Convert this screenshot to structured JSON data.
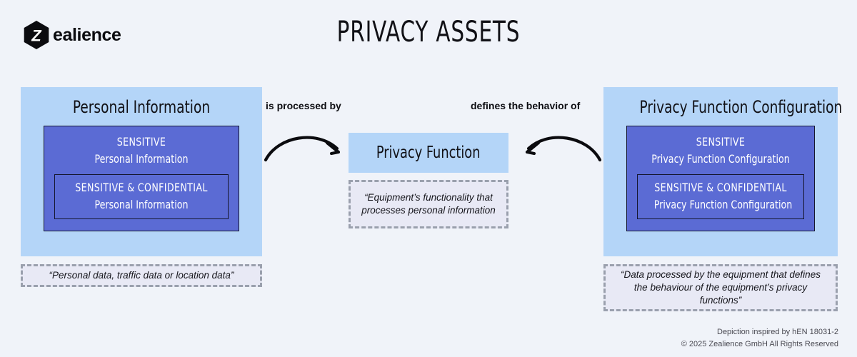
{
  "brand": {
    "mark_icon": "zealience-hexagon-logo-icon",
    "mark_letter": "Z",
    "word": "ealience"
  },
  "header": {
    "title": "PRIVACY ASSETS"
  },
  "colors": {
    "background": "#f0f3f9",
    "panel_light_blue": "#b4d5f8",
    "box_dark_blue": "#5b6bd4",
    "box_border": "#14162e",
    "definition_fill": "#e8e9f5",
    "definition_border": "#9aa0ad",
    "text_dark": "#111116",
    "text_light": "#ffffff"
  },
  "left_panel": {
    "title": "Personal Information",
    "sensitive_level": "SENSITIVE",
    "sensitive_subject": "Personal Information",
    "confidential_level": "SENSITIVE & CONFIDENTIAL",
    "confidential_subject": "Personal Information",
    "definition": "“Personal data, traffic data or location data”"
  },
  "center": {
    "label": "Privacy Function",
    "definition": "“Equipment’s functionality that processes personal information"
  },
  "right_panel": {
    "title": "Privacy Function Configuration",
    "sensitive_level": "SENSITIVE",
    "sensitive_subject": "Privacy Function Configuration",
    "confidential_level": "SENSITIVE & CONFIDENTIAL",
    "confidential_subject": "Privacy Function Configuration",
    "definition": "“Data processed by the equipment that defines the behaviour of the equipment’s privacy functions”"
  },
  "relations": {
    "left": {
      "label": "is processed by",
      "arrow_icon": "curved-arrow-right-icon"
    },
    "right": {
      "label": "defines the behavior of",
      "arrow_icon": "curved-arrow-left-icon"
    }
  },
  "footer": {
    "line1": "Depiction inspired by hEN 18031-2",
    "line2": "© 2025 Zealience GmbH All Rights Reserved"
  }
}
